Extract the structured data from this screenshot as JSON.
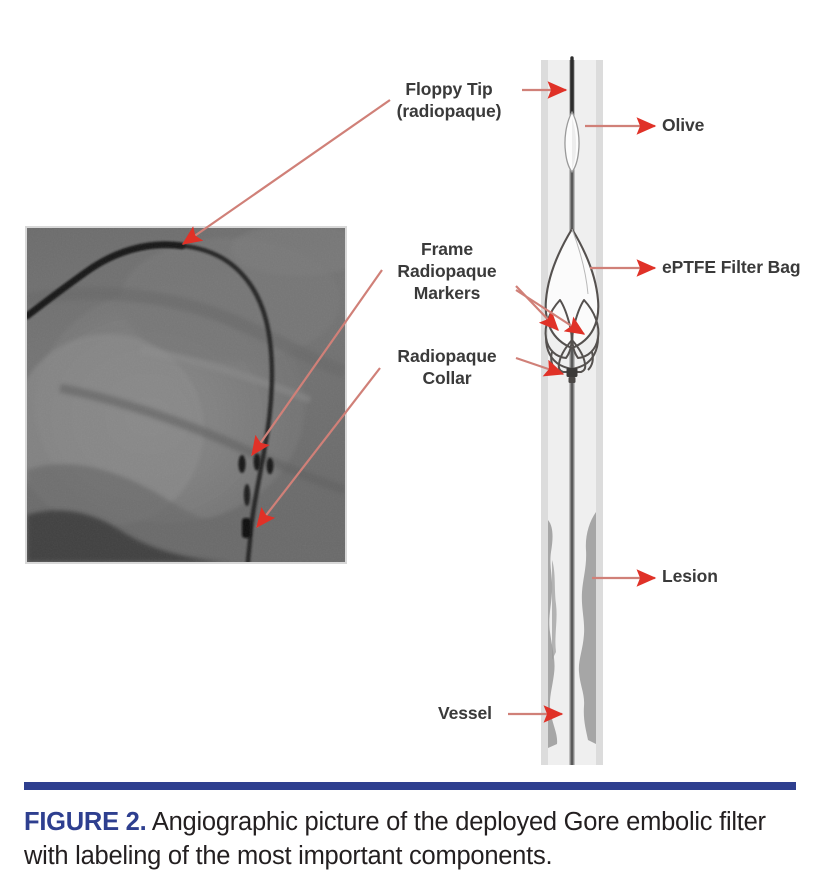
{
  "figure": {
    "caption_number": "FIGURE 2.",
    "caption_text": " Angiographic picture of the deployed Gore embolic filter with labeling of the most important components.",
    "rule_color": "#2e3f8f",
    "caption_number_color": "#2e3f8f",
    "caption_text_color": "#231f20",
    "background_color": "#ffffff"
  },
  "annotations": {
    "leader_line_color": "#d08078",
    "arrowhead_color": "#e03127",
    "label_color": "#3a3a3a",
    "items": [
      {
        "id": "floppy-tip",
        "label": "Floppy Tip\n(radiopaque)",
        "points_to": "diagram-wire-tip"
      },
      {
        "id": "olive",
        "label": "Olive",
        "points_to": "diagram-olive"
      },
      {
        "id": "frame-markers",
        "label": "Frame\nRadiopaque\nMarkers",
        "points_to": "diagram-frame-markers"
      },
      {
        "id": "eptfe-bag",
        "label": "ePTFE Filter Bag",
        "points_to": "diagram-filter-bag"
      },
      {
        "id": "radiopaque-collar",
        "label": "Radiopaque\nCollar",
        "points_to": "diagram-collar"
      },
      {
        "id": "lesion",
        "label": "Lesion",
        "points_to": "diagram-lesion"
      },
      {
        "id": "vessel",
        "label": "Vessel",
        "points_to": "diagram-vessel"
      }
    ]
  },
  "angiogram": {
    "description": "Grayscale fluoroscopic angiographic image showing curved guidewire, three radiopaque frame markers and a radiopaque collar",
    "frame_color": "#d8d8d8",
    "base_gray": "#6f6f6f"
  },
  "diagram": {
    "vessel_band_color": "#dcdcdc",
    "vessel_lumen_color": "#f2f2f2",
    "lesion_color": "#a6a6a6",
    "wire_color": "#4a4a4a",
    "frame_color": "#55514f",
    "bag_fill_color": "#fbfbfb",
    "collar_color": "#3c3a39"
  }
}
